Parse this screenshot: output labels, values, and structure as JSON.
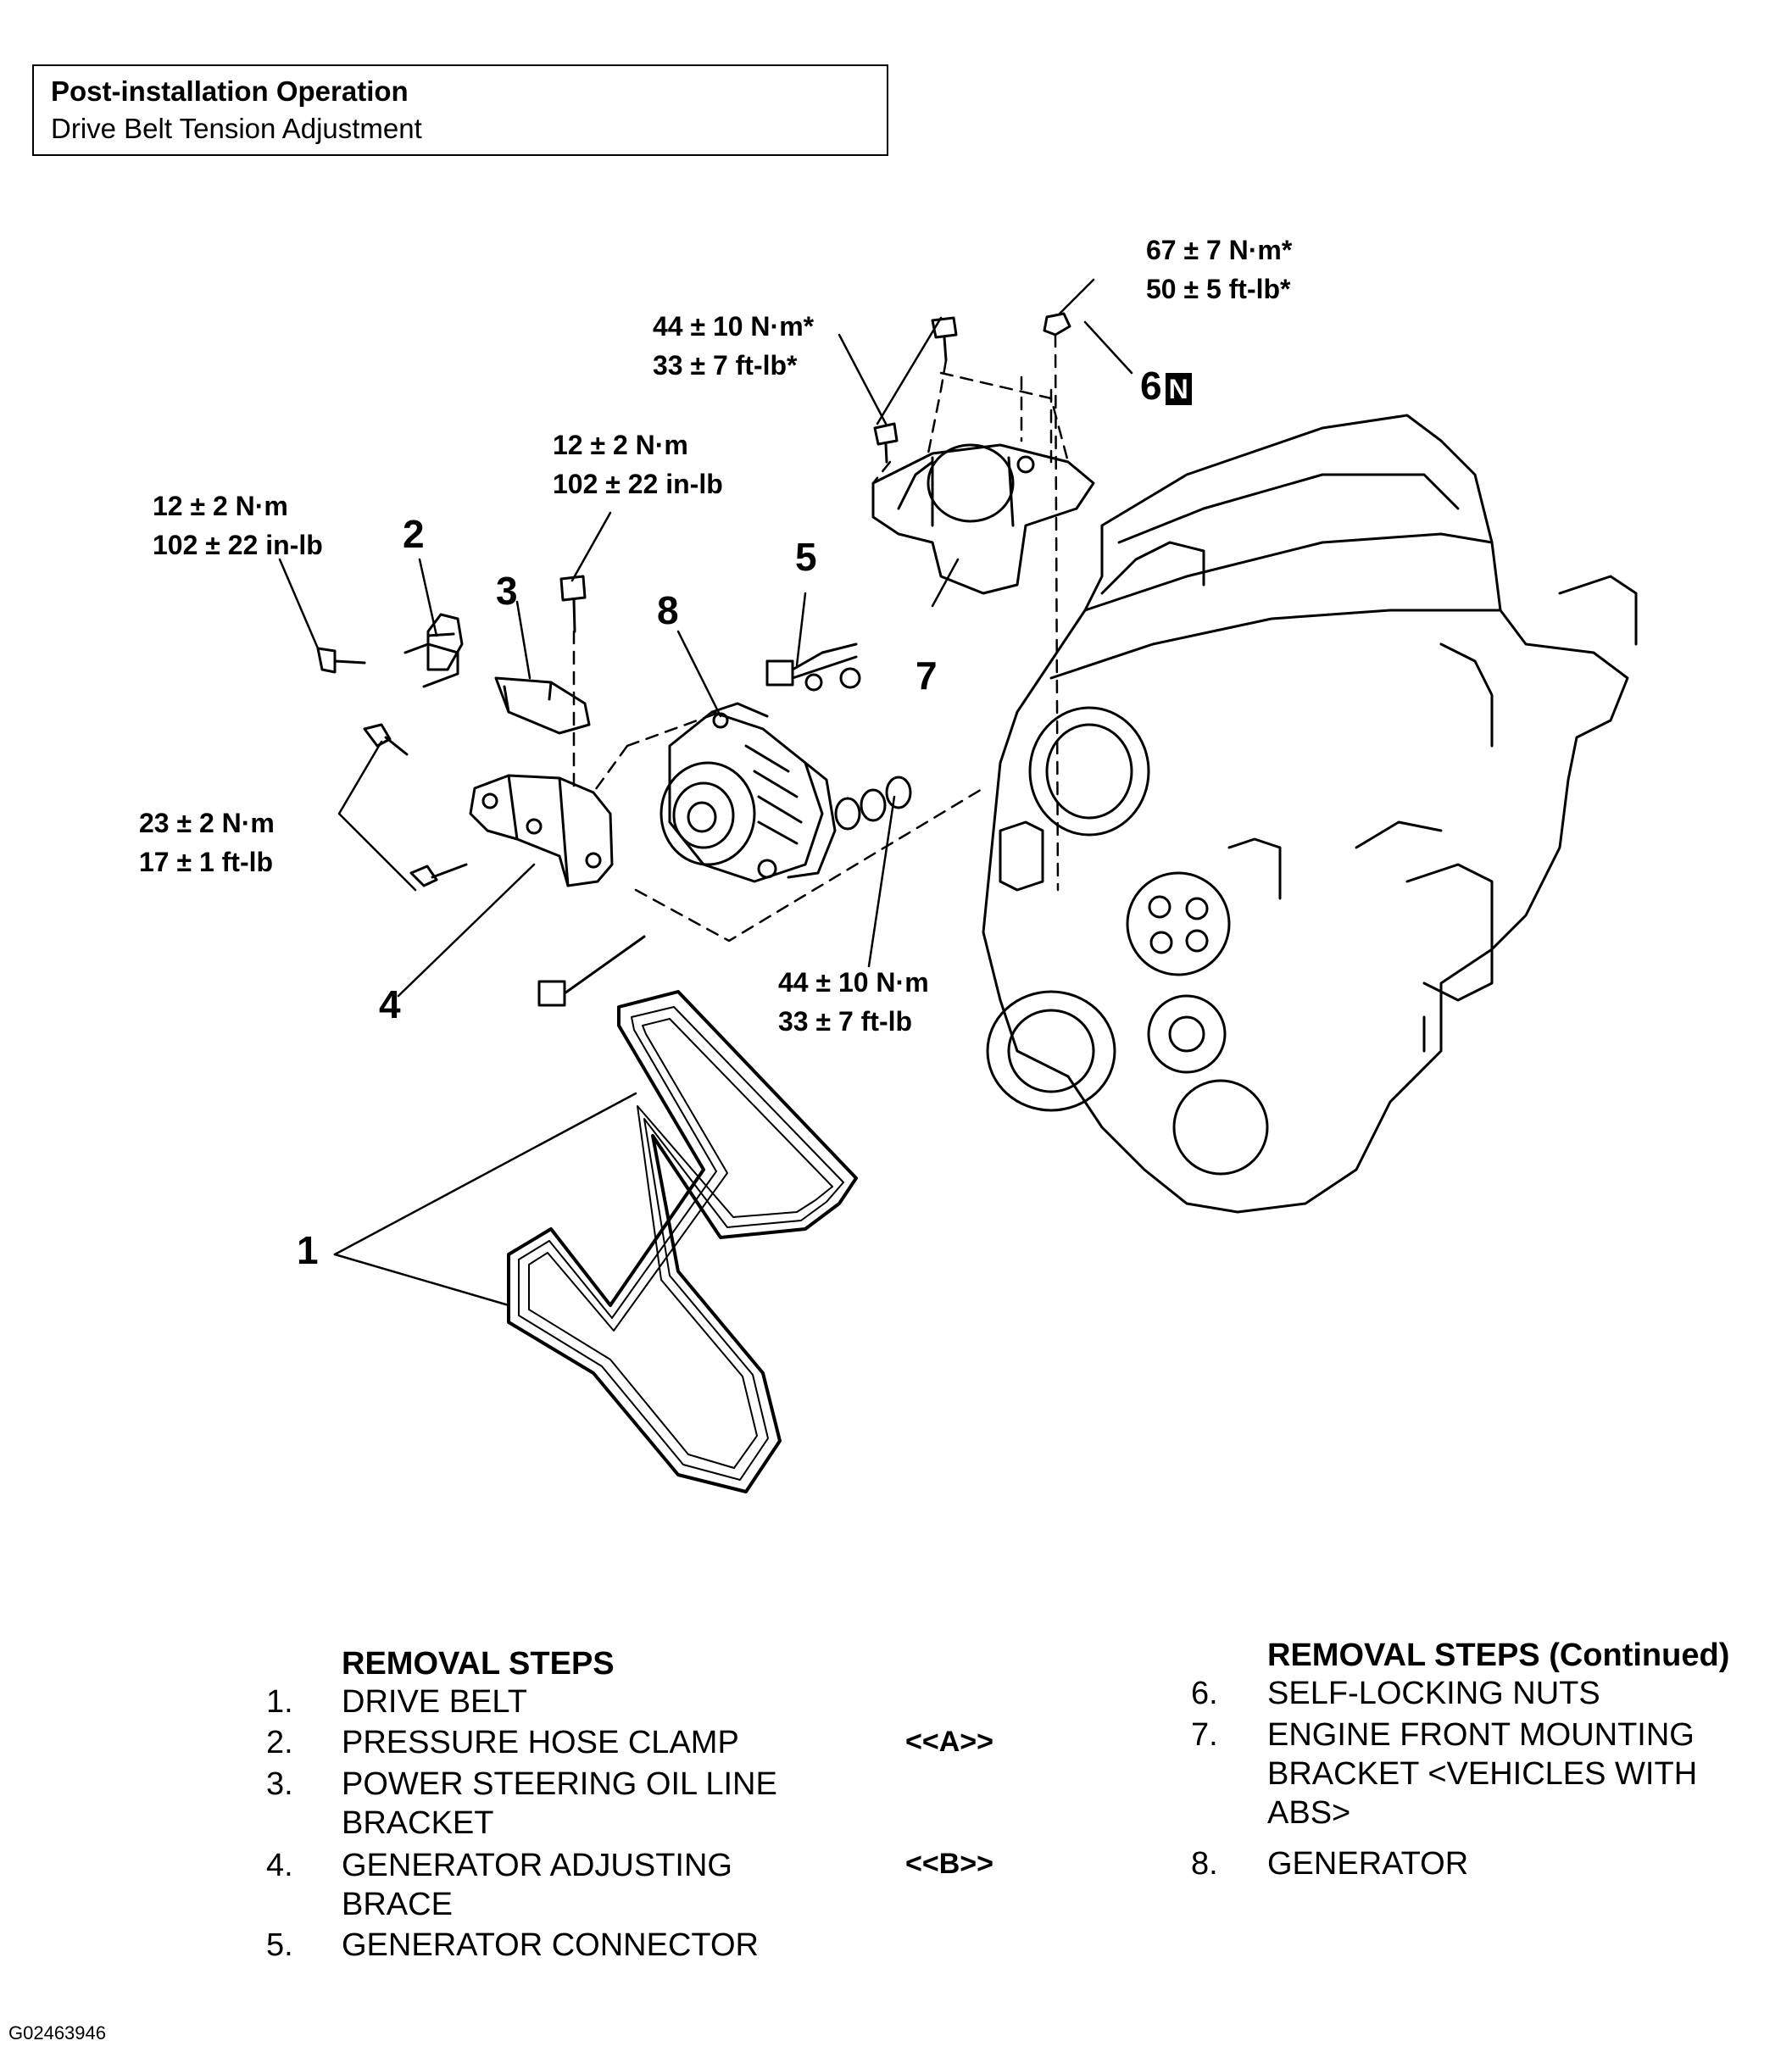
{
  "header": {
    "title": "Post-installation Operation",
    "subtitle": "Drive Belt Tension Adjustment"
  },
  "callouts": {
    "mount_bolts": [
      "44 ± 10 N·m*",
      "33 ± 7 ft-lb*"
    ],
    "self_locking_nut": [
      "67 ± 7 N·m*",
      "50 ± 5 ft-lb*"
    ],
    "brace_top_bolt": [
      "12 ± 2 N·m",
      "102 ± 22 in-lb"
    ],
    "clamp_bolt": [
      "12 ± 2 N·m",
      "102 ± 22 in-lb"
    ],
    "brace_bolts": [
      "23 ± 2 N·m",
      "17 ± 1 ft-lb"
    ],
    "generator_bolt": [
      "44 ± 10 N·m",
      "33 ± 7 ft-lb"
    ]
  },
  "part_numbers": {
    "p1": "1",
    "p2": "2",
    "p3": "3",
    "p4": "4",
    "p5": "5",
    "p6": "6",
    "p6_badge": "N",
    "p7": "7",
    "p8": "8"
  },
  "removal_steps": {
    "title": "REMOVAL STEPS",
    "items": [
      {
        "n": "1.",
        "text": "DRIVE BELT"
      },
      {
        "n": "2.",
        "text": "PRESSURE HOSE CLAMP"
      },
      {
        "n": "3.",
        "text": "POWER STEERING OIL LINE",
        "text2": "BRACKET"
      },
      {
        "n": "4.",
        "text": "GENERATOR ADJUSTING",
        "text2": "BRACE"
      },
      {
        "n": "5.",
        "text": "GENERATOR CONNECTOR"
      }
    ]
  },
  "procedure_refs": {
    "a": "<<A>>",
    "b": "<<B>>"
  },
  "removal_steps_continued": {
    "title": "REMOVAL STEPS (Continued)",
    "items": [
      {
        "n": "6.",
        "text": "SELF-LOCKING NUTS"
      },
      {
        "n": "7.",
        "text": "ENGINE FRONT MOUNTING",
        "text2": "BRACKET <VEHICLES WITH",
        "text3": "ABS>"
      },
      {
        "n": "8.",
        "text": "GENERATOR"
      }
    ]
  },
  "figure_id": "G02463946"
}
